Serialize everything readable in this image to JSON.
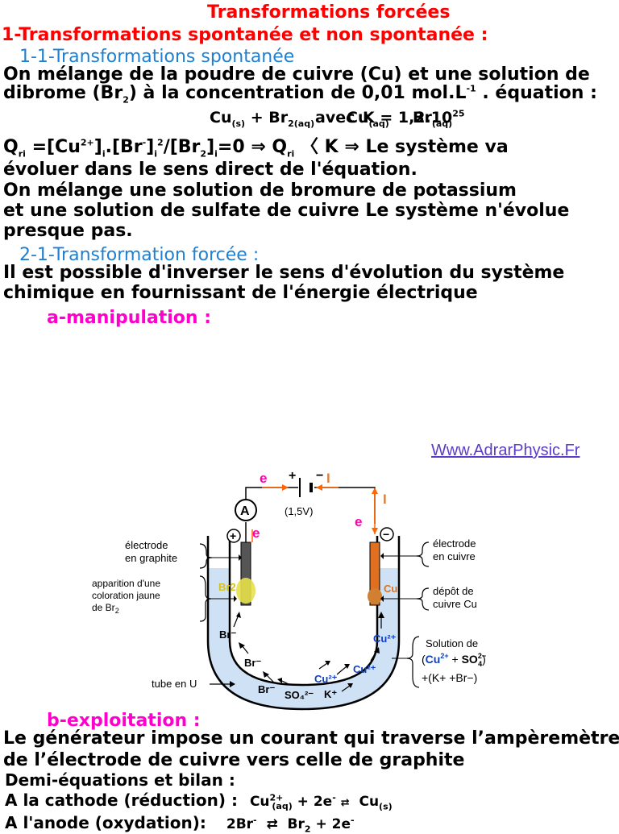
{
  "title": "Transformations forcées",
  "h1": "1-Transformations spontanée et non spontanée :",
  "h11": "1-1-Transformations spontanée",
  "p1_line1": "On mélange de la poudre de cuivre (Cu) et une solution de",
  "p1_line2_a": "dibrome (Br",
  "p1_line2_sub": "2",
  "p1_line2_b": ")  à la concentration de 0,01 mol.L",
  "p1_line2_sup": "-1",
  "p1_line2_c": " . équation :",
  "equation_overlap": "Cu(s) + Br2(aq) avec Cu2+(aq) + 2Br-(aq) K = 1,2.10^25",
  "q_line": "Qri =[Cu2+]i.[Br-]i2/[Br2]i=0 ⇒ Qri 〈 K ⇒ Le système va",
  "p2": "évoluer dans le sens direct de l'équation.",
  "p3": "On mélange une solution de bromure de potassium",
  "p4": "et une solution de sulfate de cuivre Le système n'évolue",
  "p5": "presque pas.",
  "h21": "2-1-Transformation forcée :",
  "p6": "Il est possible d'inverser le sens d'évolution du système",
  "p7": "chimique en fournissant de l'énergie électrique",
  "h_a": "a-manipulation :",
  "website": "Www.AdrarPhysic.Fr",
  "diagram": {
    "e_minus_top": "e",
    "plus_minus": "+|-",
    "i_top": "I",
    "i_right": "I",
    "voltage": "(1,5V)",
    "ammeter": "A",
    "plus_sign": "+",
    "minus_sign": "−",
    "e_left": "e",
    "e_right": "e",
    "label_graphite": "électrode\nen graphite",
    "label_cuivre_electrode": "électrode\nen cuivre",
    "label_apparition": "apparition d'une\ncoloration jaune\nde Br2",
    "label_depot": "dépôt de\ncuivre Cu",
    "label_solution": "Solution de",
    "label_solution2": "(Cu2+ + SO42-)",
    "label_solution3": "+(K+ +Br−)",
    "label_tube": "tube en U",
    "br2": "Br2",
    "cu": "Cu",
    "ion_br": "Br⁻",
    "ion_cu2": "Cu²⁺",
    "ion_so4": "SO₄²⁻",
    "ion_k": "K⁺"
  },
  "h_b": "b-exploitation :",
  "p8": "Le générateur impose un courant qui traverse  l’ampèremètre",
  "p9": "de l’électrode de cuivre vers celle de  graphite",
  "p10": "Demi-équations et bilan :",
  "p11_label": "A la cathode (réduction) :",
  "p11_eq": "Cu2+(aq) + 2e- ⇄ Cu(s)",
  "p12_label": "A l'anode (oxydation):",
  "p12_eq": "2Br-  ⇄  Br2 + 2e-"
}
